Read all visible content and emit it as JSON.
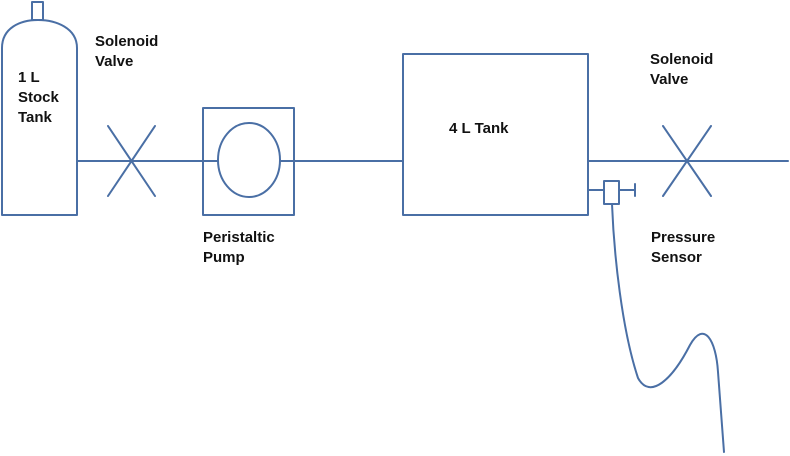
{
  "colors": {
    "stroke": "#4a6fa5",
    "text": "#111111",
    "background": "#ffffff"
  },
  "labels": {
    "stock_tank": [
      "1 L",
      "Stock",
      "Tank"
    ],
    "solenoid_valve_left": [
      "Solenoid",
      "Valve"
    ],
    "peristaltic_pump": [
      "Peristaltic",
      "Pump"
    ],
    "main_tank": "4 L Tank",
    "solenoid_valve_right": [
      "Solenoid",
      "Valve"
    ],
    "pressure_sensor": [
      "Pressure",
      "Sensor"
    ]
  }
}
